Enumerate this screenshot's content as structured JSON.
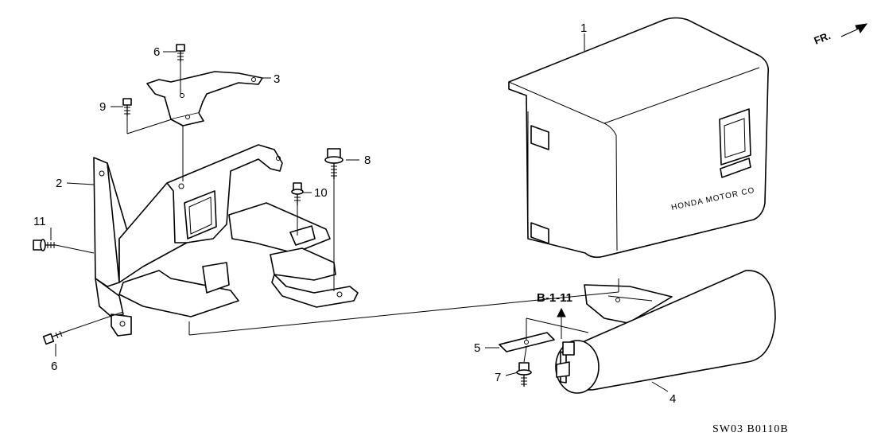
{
  "callouts": {
    "c1": "1",
    "c2": "2",
    "c3": "3",
    "c4": "4",
    "c5": "5",
    "c6a": "6",
    "c6b": "6",
    "c7": "7",
    "c8": "8",
    "c9": "9",
    "c10": "10",
    "c11": "11"
  },
  "ref_code": "B-1-11",
  "cover_stamp": "HONDA MOTOR CO",
  "direction_label": "FR.",
  "drawing_number": "SW03 B0110B"
}
